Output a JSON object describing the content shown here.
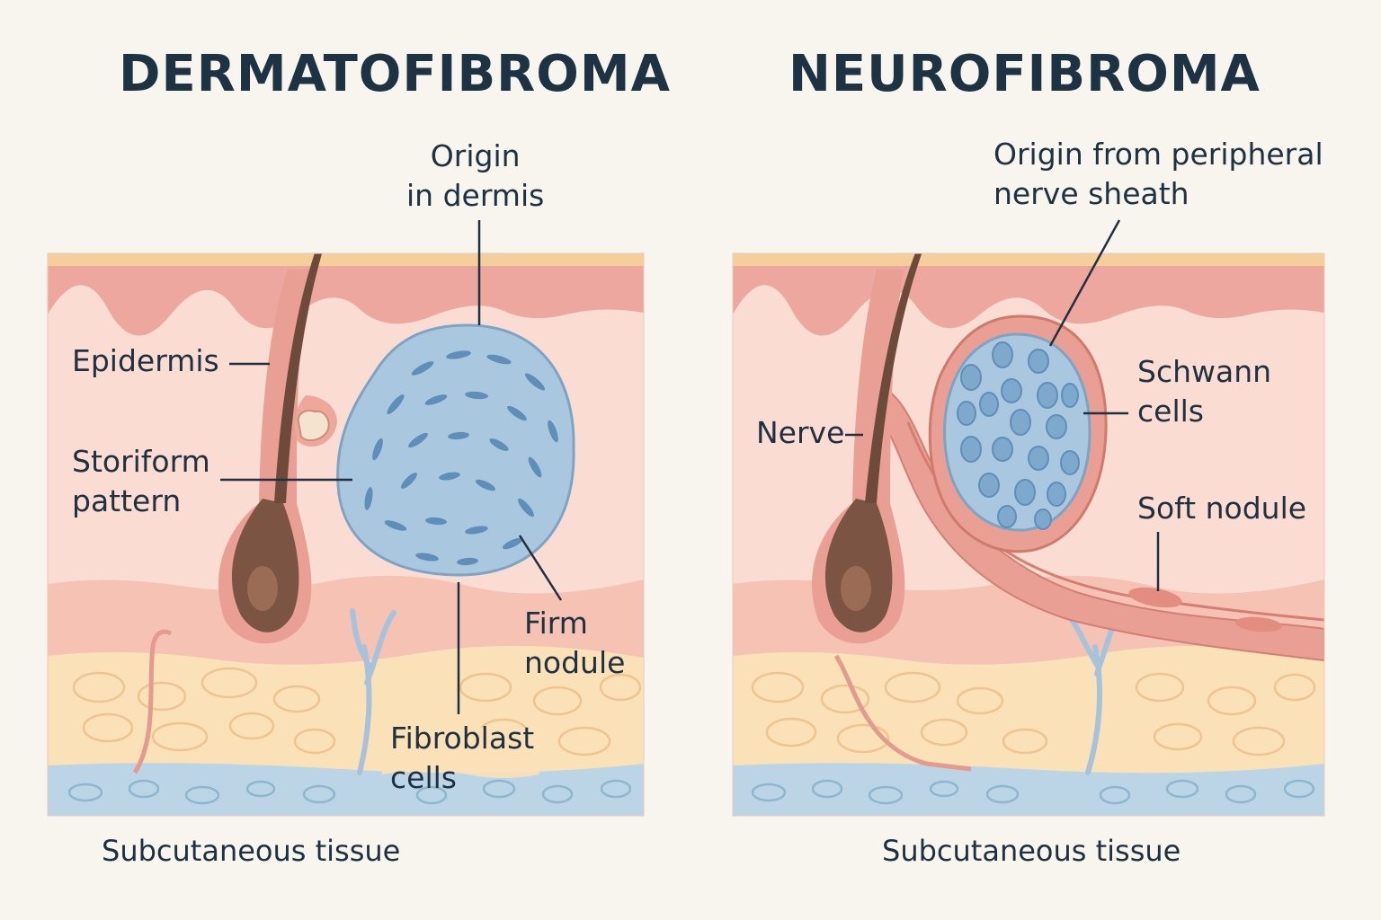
{
  "panels": {
    "left": {
      "title": "DERMATOFIBROMA",
      "labels": {
        "origin": "Origin\nin dermis",
        "epidermis": "Epidermis",
        "storiform": "Storiform\npattern",
        "firm_nodule": "Firm\nnodule",
        "fibroblast": "Fibroblast\ncells"
      },
      "footer": "Subcutaneous tissue"
    },
    "right": {
      "title": "NEUROFIBROMA",
      "labels": {
        "origin": "Origin from peripheral\nnerve sheath",
        "nerve": "Nerve",
        "schwann": "Schwann\ncells",
        "soft_nodule": "Soft nodule"
      },
      "footer": "Subcutaneous tissue"
    }
  },
  "colors": {
    "background": "#f8f5ee",
    "epidermis": "#eda79f",
    "stratum_corneum": "#f4cf9c",
    "dermis": "#fbdcd2",
    "deep_dermis": "#f5c2b4",
    "fat": "#fbe1b8",
    "subcutis_blue": "#bcd5e6",
    "tumor_blue": "#a9c7df",
    "hair": "#6e4a3b",
    "text": "#1f3140"
  }
}
